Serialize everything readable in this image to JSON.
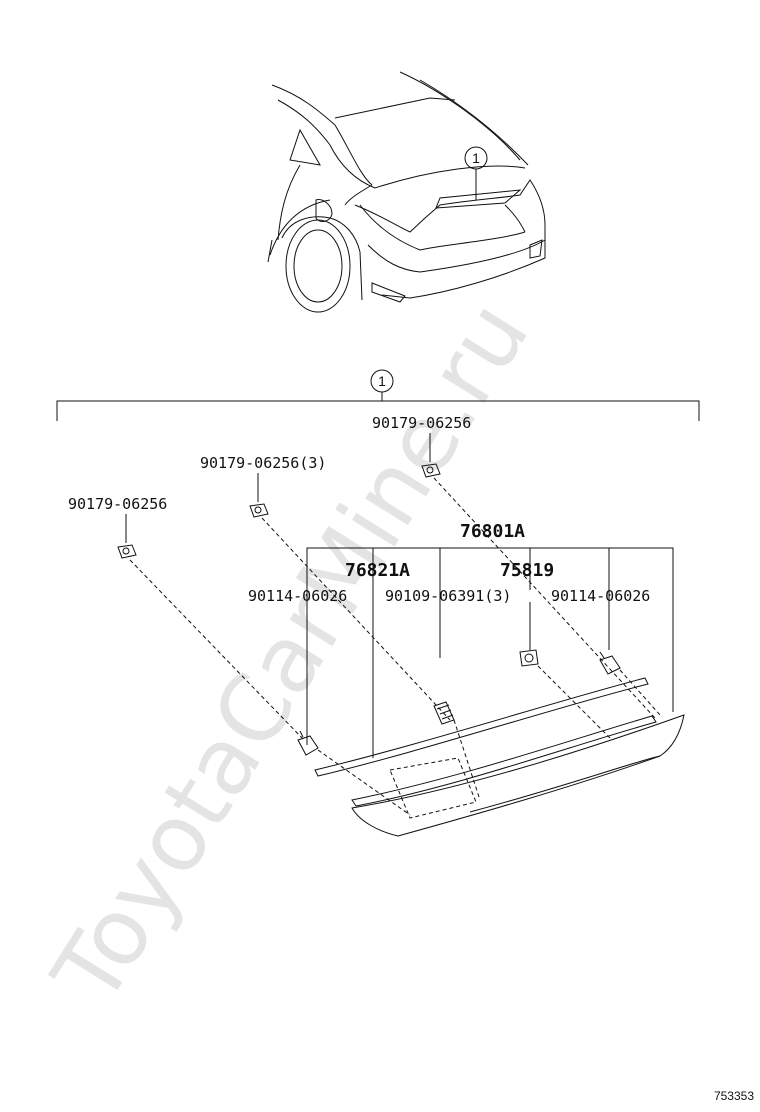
{
  "watermark": "ToyotaCarMine.ru",
  "callout_number": "1",
  "labels": {
    "clip_right": "90179-06256",
    "clip_middle": "90179-06256(3)",
    "clip_left": "90179-06256",
    "garnish_assy": "76801A",
    "garnish_sub": "76821A",
    "emblem": "75819",
    "clip_a": "90114-06026",
    "stud": "90109-06391(3)",
    "clip_b": "90114-06026"
  },
  "reference_number": "753353"
}
